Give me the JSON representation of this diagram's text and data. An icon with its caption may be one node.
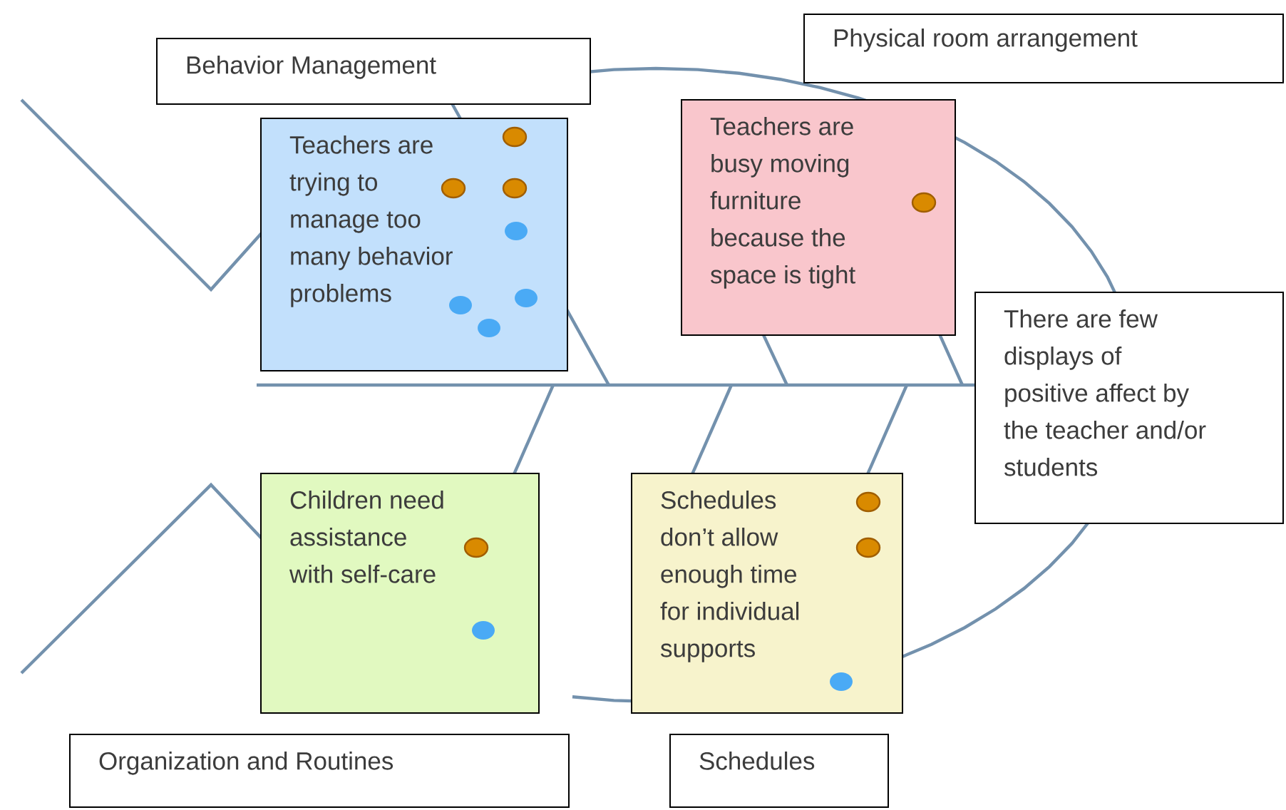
{
  "diagram": {
    "nodes": [
      {
        "text": [
          "Behavior Management"
        ]
      },
      {
        "text": [
          "Physical room arrangement"
        ]
      },
      {
        "text": [
          "Teachers are trying to manage too many behavior problems"
        ]
      },
      {
        "text": [
          "Teachers are busy moving furniture because the space is tight"
        ]
      },
      {
        "text": [
          "There are few displays of positive affect by the teacher and/or students"
        ]
      },
      {
        "text": [
          "Children need assistance with self-care"
        ]
      },
      {
        "text": [
          "Schedules don’t allow enough time for individual supports"
        ]
      },
      {
        "text": [
          "Organization and Routines"
        ]
      },
      {
        "text": [
          "Schedules"
        ]
      }
    ]
  }
}
